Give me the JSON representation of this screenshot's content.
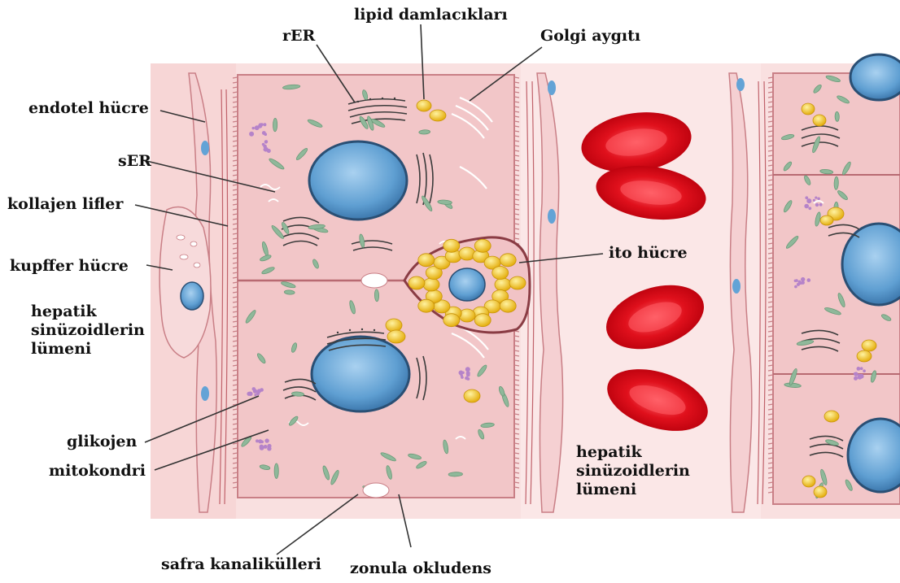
{
  "labels": {
    "rer": "rER",
    "lipid": "lipid damlacıkları",
    "golgi": "Golgi aygıtı",
    "endotel": "endotel hücre",
    "ser": "sER",
    "kollajen": "kollajen lifler",
    "kupffer": "kupffer hücre",
    "lumen_left": [
      "hepatik",
      "sinüzoidlerin",
      "lümeni"
    ],
    "ito": "ito hücre",
    "glikojen": "glikojen",
    "mitokondri": "mitokondri",
    "lumen_right": [
      "hepatik",
      "sinüzoidlerin",
      "lümeni"
    ],
    "safra": "safra kanalikülleri",
    "zonula": "zonula okludens"
  },
  "colors": {
    "cytoplasm": "#f2c6c8",
    "lumen": "#f9e0e0",
    "cell_border": "#c97f86",
    "nucleus": "#5f9fd2",
    "nucleus_edge": "#2a4f74",
    "rbc": "#e0101c",
    "lipid": "#f1c21a",
    "mitochondria": "#8fb89a",
    "glycogen": "#b583c9"
  }
}
